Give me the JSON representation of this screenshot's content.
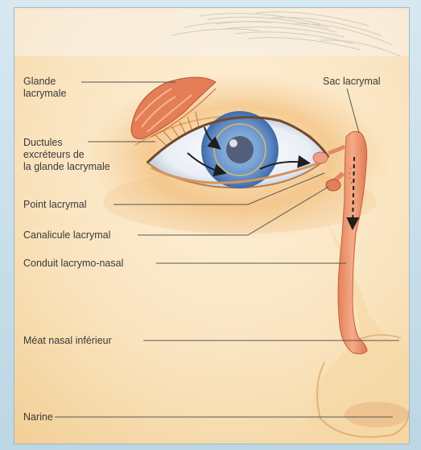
{
  "labels": {
    "glande_lacrymale": [
      "Glande",
      "lacrymale"
    ],
    "sac_lacrymal": "Sac lacrymal",
    "ductules": [
      "Ductules",
      "excréteurs de",
      "la glande lacrymale"
    ],
    "point_lacrymal": "Point lacrymal",
    "canalicule_lacrymal": "Canalicule lacrymal",
    "conduit_lacrymo_nasal": "Conduit lacrymo-nasal",
    "meat_nasal_inferieur": "Méat nasal inférieur",
    "narine": "Narine"
  },
  "colors": {
    "frame": "#cfe2ec",
    "skin_light": "#fbe9c8",
    "skin_warm": "#f3c98a",
    "gland": "#e8835a",
    "duct": "#ee9a72",
    "iris": "#6f97cf",
    "leader": "#555555"
  }
}
